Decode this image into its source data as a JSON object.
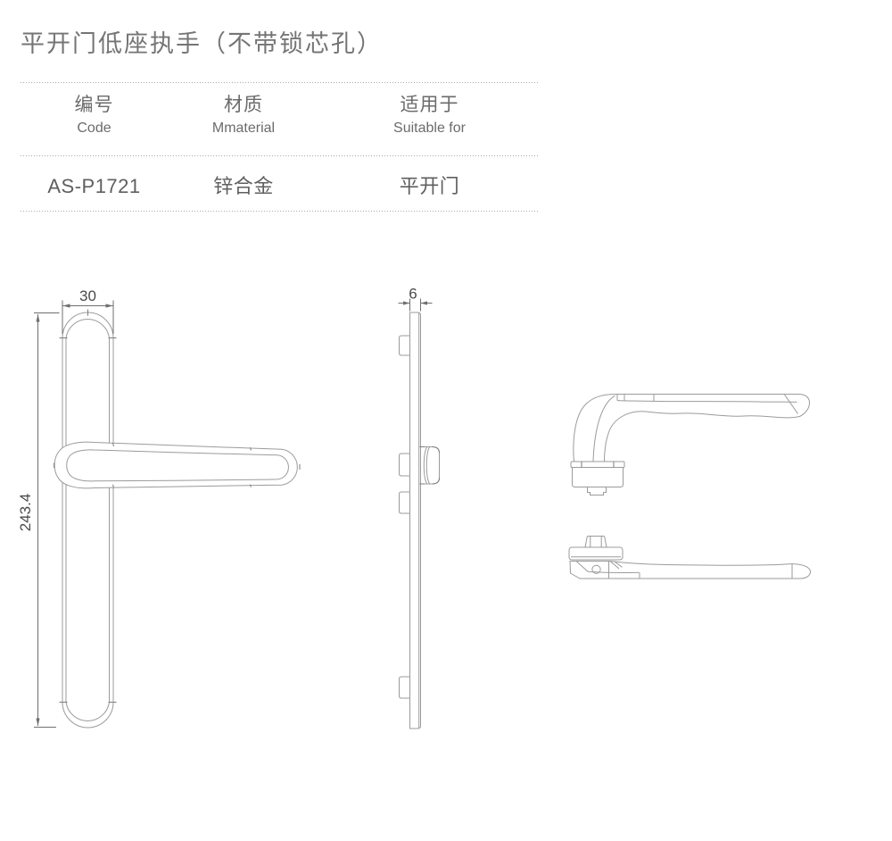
{
  "title": "平开门低座执手（不带锁芯孔）",
  "table": {
    "headers": [
      {
        "zh": "编号",
        "en": "Code"
      },
      {
        "zh": "材质",
        "en": "Mmaterial"
      },
      {
        "zh": "适用于",
        "en": "Suitable for"
      }
    ],
    "row": {
      "code": "AS-P1721",
      "material": "锌合金",
      "suitable": "平开门"
    }
  },
  "drawing": {
    "dim_width": "30",
    "dim_thickness": "6",
    "dim_height": "243.4"
  },
  "colors": {
    "line": "#9b9b9b",
    "dim_text": "#4a4a4a",
    "title_text": "#757575",
    "table_text": "#6b6b6b"
  }
}
